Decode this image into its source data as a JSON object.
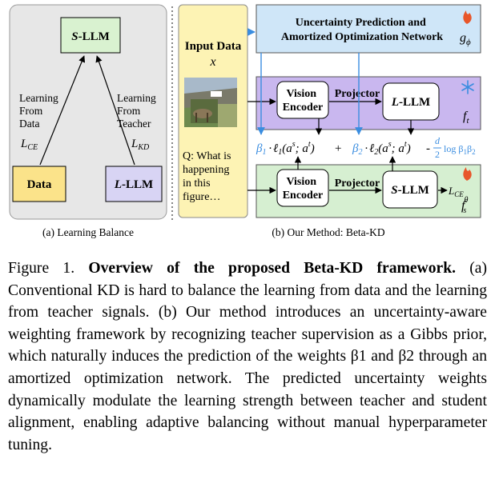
{
  "panel_a": {
    "s_llm": "S-LLM",
    "s_llm_prefix": "S",
    "s_llm_suffix": "-LLM",
    "data_box": "Data",
    "l_llm_prefix": "L",
    "l_llm_suffix": "-LLM",
    "left_label": [
      "Learning",
      "From",
      "Data"
    ],
    "left_loss": "L",
    "left_loss_sub": "CE",
    "right_label": [
      "Learning",
      "From",
      "Teacher"
    ],
    "right_loss": "L",
    "right_loss_sub": "KD",
    "subcaption": "(a) Learning Balance"
  },
  "panel_b": {
    "input_title": "Input Data",
    "input_var": "x",
    "question_lines": [
      "Q: What is",
      "happening",
      "in this",
      "figure…"
    ],
    "uncertainty_lines": [
      "Uncertainty Prediction and",
      "Amortized Optimization Network"
    ],
    "g_symbol": "g",
    "g_sub": "ϕ",
    "vision_encoder": [
      "Vision",
      "Encoder"
    ],
    "projector": "Projector",
    "teacher_llm_prefix": "L",
    "teacher_llm_suffix": "-LLM",
    "f_t": "f",
    "f_t_sub": "t",
    "student_llm_prefix": "S",
    "student_llm_suffix": "-LLM",
    "loss_out": "L",
    "loss_out_sub": "CE",
    "f_s": "f",
    "f_s_sup": "θ",
    "f_s_sub": "s",
    "formula": {
      "beta1": "β",
      "beta1_sub": "1",
      "dot1": "·",
      "ell1": "ℓ",
      "ell1_sub": "1",
      "args1": "(a",
      "args1_sup": "s",
      "args1_mid": "; a",
      "args1_sup2": "t",
      "args1_end": ")",
      "plus": "+",
      "beta2": "β",
      "beta2_sub": "2",
      "dot2": "·",
      "ell2": "ℓ",
      "ell2_sub": "2",
      "minus": "-",
      "frac_num": "d",
      "frac_den": "2",
      "log_term": "log β",
      "log_sub1": "1",
      "log_beta2": "β",
      "log_sub2": "2"
    },
    "subcaption": "(b) Our Method: Beta-KD"
  },
  "icons": {
    "flame_color": "#e8562a",
    "snowflake_color": "#3a8de0"
  },
  "colors": {
    "panel_a_bg": "#e7e7e7",
    "s_llm_box": "#d9f2d0",
    "data_box": "#fbe38a",
    "l_llm_box": "#d8d4f4",
    "input_panel": "#fdf3b4",
    "uncertainty_panel": "#cfe6f8",
    "teacher_panel": "#c9b7ef",
    "student_panel": "#d6efd1",
    "arrow_blue": "#3a8de0"
  },
  "caption": {
    "prefix": "Figure 1. ",
    "title": "Overview of the proposed Beta-KD framework.",
    "body": " (a) Conventional KD is hard to balance the learning from data and the learning from teacher signals. (b) Our method introduces an uncertainty-aware weighting framework by recognizing teacher supervision as a Gibbs prior, which naturally induces the prediction of the weights β1 and β2 through an amortized optimization network. The predicted uncertainty weights dynamically modulate the learning strength between teacher and student alignment, enabling adaptive balancing without manual hyperparameter tuning."
  }
}
